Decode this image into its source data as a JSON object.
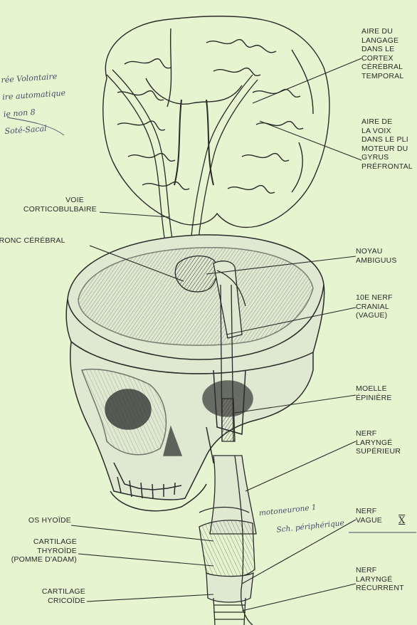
{
  "labels": {
    "aire_langage": [
      "AIRE DU",
      "LANGAGE",
      "DANS LE",
      "CORTEX",
      "CÉRÉBRAL",
      "TEMPORAL"
    ],
    "aire_voix": [
      "AIRE DE",
      "LA VOIX",
      "DANS LE PLI",
      "MOTEUR DU",
      "GYRUS",
      "PRÉFRONTAL"
    ],
    "voie_corticobulbaire": [
      "VOIE",
      "CORTICOBULBAIRE"
    ],
    "tronc_cerebral": [
      "TRONC CÉRÉBRAL"
    ],
    "noyau_ambiguus": [
      "NOYAU",
      "AMBIGUUS"
    ],
    "nerf_cranial": [
      "10E NERF",
      "CRANIAL",
      "(VAGUE)"
    ],
    "moelle_epiniere": [
      "MOELLE",
      "ÉPINIÈRE"
    ],
    "nerf_larynge_superieur": [
      "NERF",
      "LARYNGÉ",
      "SUPÉRIEUR"
    ],
    "os_hyoide": [
      "OS HYOÏDE"
    ],
    "cartilage_thyroide": [
      "CARTILAGE",
      "THYROÏDE",
      "(POMME D'ADAM)"
    ],
    "nerf_vague": [
      "NERF",
      "VAGUE"
    ],
    "cartilage_cricoide": [
      "CARTILAGE",
      "CRICOÏDE"
    ],
    "nerf_larynge_recurrent": [
      "NERF",
      "LARYNGÉ",
      "RÉCURRENT"
    ]
  },
  "handwriting": {
    "top_left_note": [
      "rée Volontaire",
      "ire automatique",
      "ie non 8",
      "Soté-Sacal"
    ],
    "bottom_note": [
      "motoneurone 1",
      "Sch. périphérique"
    ],
    "roman_numeral": "X"
  },
  "colors": {
    "background": "#e4f5cf",
    "ink": "#2a2a2a"
  }
}
